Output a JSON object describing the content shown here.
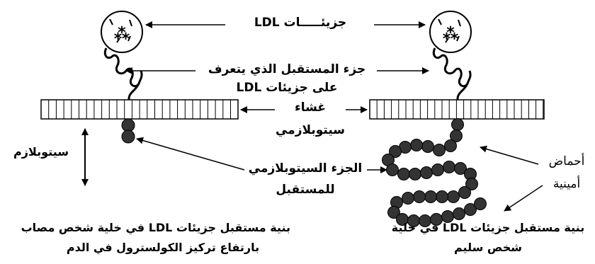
{
  "labels": {
    "ldl_molecules": "جزيئـــــات LDL",
    "receptor_part_l1": "جزء المستقبل الذي يتعرف",
    "receptor_part_l2": "على جزيئات LDL",
    "membrane_l1": "غشاء",
    "membrane_l2": "سيتوبلازمي",
    "cytoplasm": "سيتوبلازم",
    "cytoplasmic_part_l1": "الجزء السيتوبلازمي",
    "cytoplasmic_part_l2": "للمستقبل",
    "amino_acids_l1": "أحماض",
    "amino_acids_l2": "أمينية",
    "caption_left_l1": "بنية مستقبل جزيئات LDL في خلية شخص مصاب",
    "caption_left_l2": "بارتفاع تركيز الكولسترول في الدم",
    "caption_right_l1": "بنية مستقبل جزيئات LDL في خلية",
    "caption_right_l2": "شخص سليم"
  }
}
